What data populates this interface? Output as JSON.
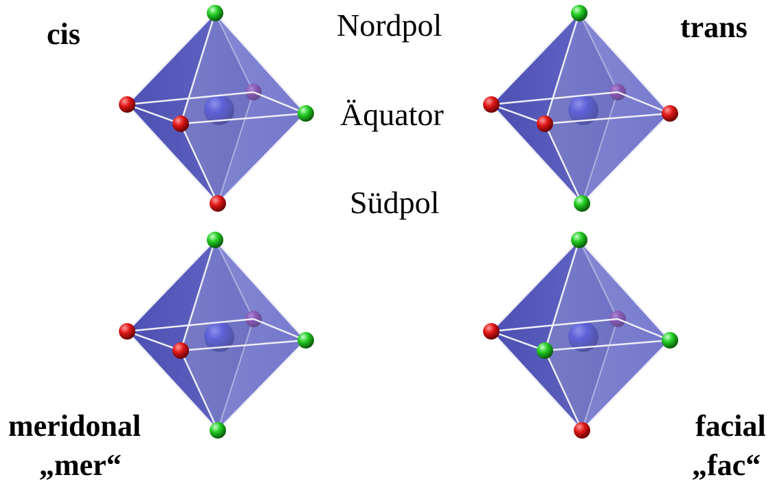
{
  "labels": {
    "cis": "cis",
    "trans": "trans",
    "north_pole": "Nordpol",
    "equator": "Äquator",
    "south_pole": "Südpol",
    "meridional": "meridonal",
    "mer": "„mer“",
    "facial": "facial",
    "fac": "„fac“"
  },
  "colors": {
    "face_front": "#8f92d8",
    "face_side": "#6d70c8",
    "edge": "#e8e8f4",
    "metal": "#1f25d6",
    "ligand_red": "#e01818",
    "ligand_green": "#22cc22",
    "ligand_purple": "#8a1a8a"
  },
  "complexes": [
    {
      "name": "cis",
      "ligands": {
        "top": "green",
        "left": "red",
        "front": "red",
        "back": "purple",
        "right": "green",
        "bottom": "red"
      }
    },
    {
      "name": "trans",
      "ligands": {
        "top": "green",
        "left": "red",
        "front": "red",
        "back": "purple",
        "right": "red",
        "bottom": "green"
      }
    },
    {
      "name": "meridional",
      "ligands": {
        "top": "green",
        "left": "red",
        "front": "red",
        "back": "purple",
        "right": "green",
        "bottom": "green"
      }
    },
    {
      "name": "facial",
      "ligands": {
        "top": "green",
        "left": "red",
        "front": "green",
        "back": "purple",
        "right": "green",
        "bottom": "red"
      }
    }
  ]
}
